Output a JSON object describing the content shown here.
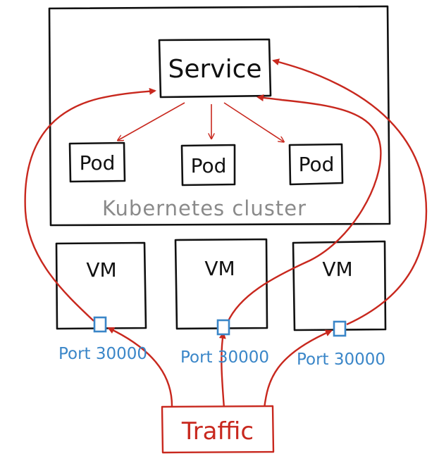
{
  "diagram": {
    "cluster_label": "Kubernetes cluster",
    "service_label": "Service",
    "pods": [
      {
        "label": "Pod"
      },
      {
        "label": "Pod"
      },
      {
        "label": "Pod"
      }
    ],
    "vms": [
      {
        "label": "VM",
        "port_label": "Port 30000"
      },
      {
        "label": "VM",
        "port_label": "Port 30000"
      },
      {
        "label": "VM",
        "port_label": "Port 30000"
      }
    ],
    "traffic_label": "Traffic"
  },
  "colors": {
    "ink": "#111111",
    "flow": "#c8281e",
    "port": "#3a86c8",
    "cluster_label": "#8a8a8a"
  }
}
